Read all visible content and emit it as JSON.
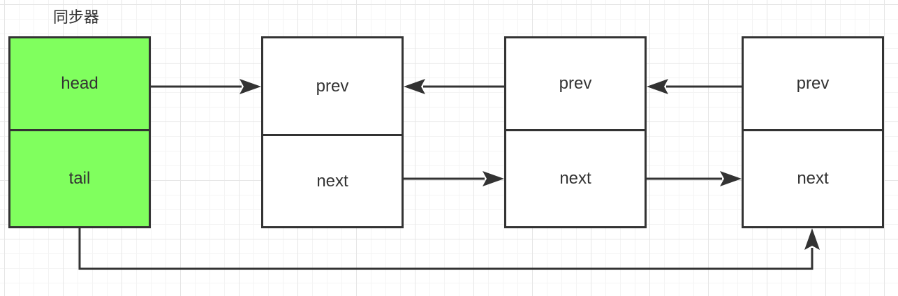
{
  "title": "同步器",
  "synchronizer": {
    "head_label": "head",
    "tail_label": "tail",
    "color": "#80ff5e"
  },
  "nodes": [
    {
      "prev_label": "prev",
      "next_label": "next"
    },
    {
      "prev_label": "prev",
      "next_label": "next"
    },
    {
      "prev_label": "prev",
      "next_label": "next"
    }
  ],
  "colors": {
    "stroke": "#333333",
    "node_fill": "#ffffff"
  }
}
